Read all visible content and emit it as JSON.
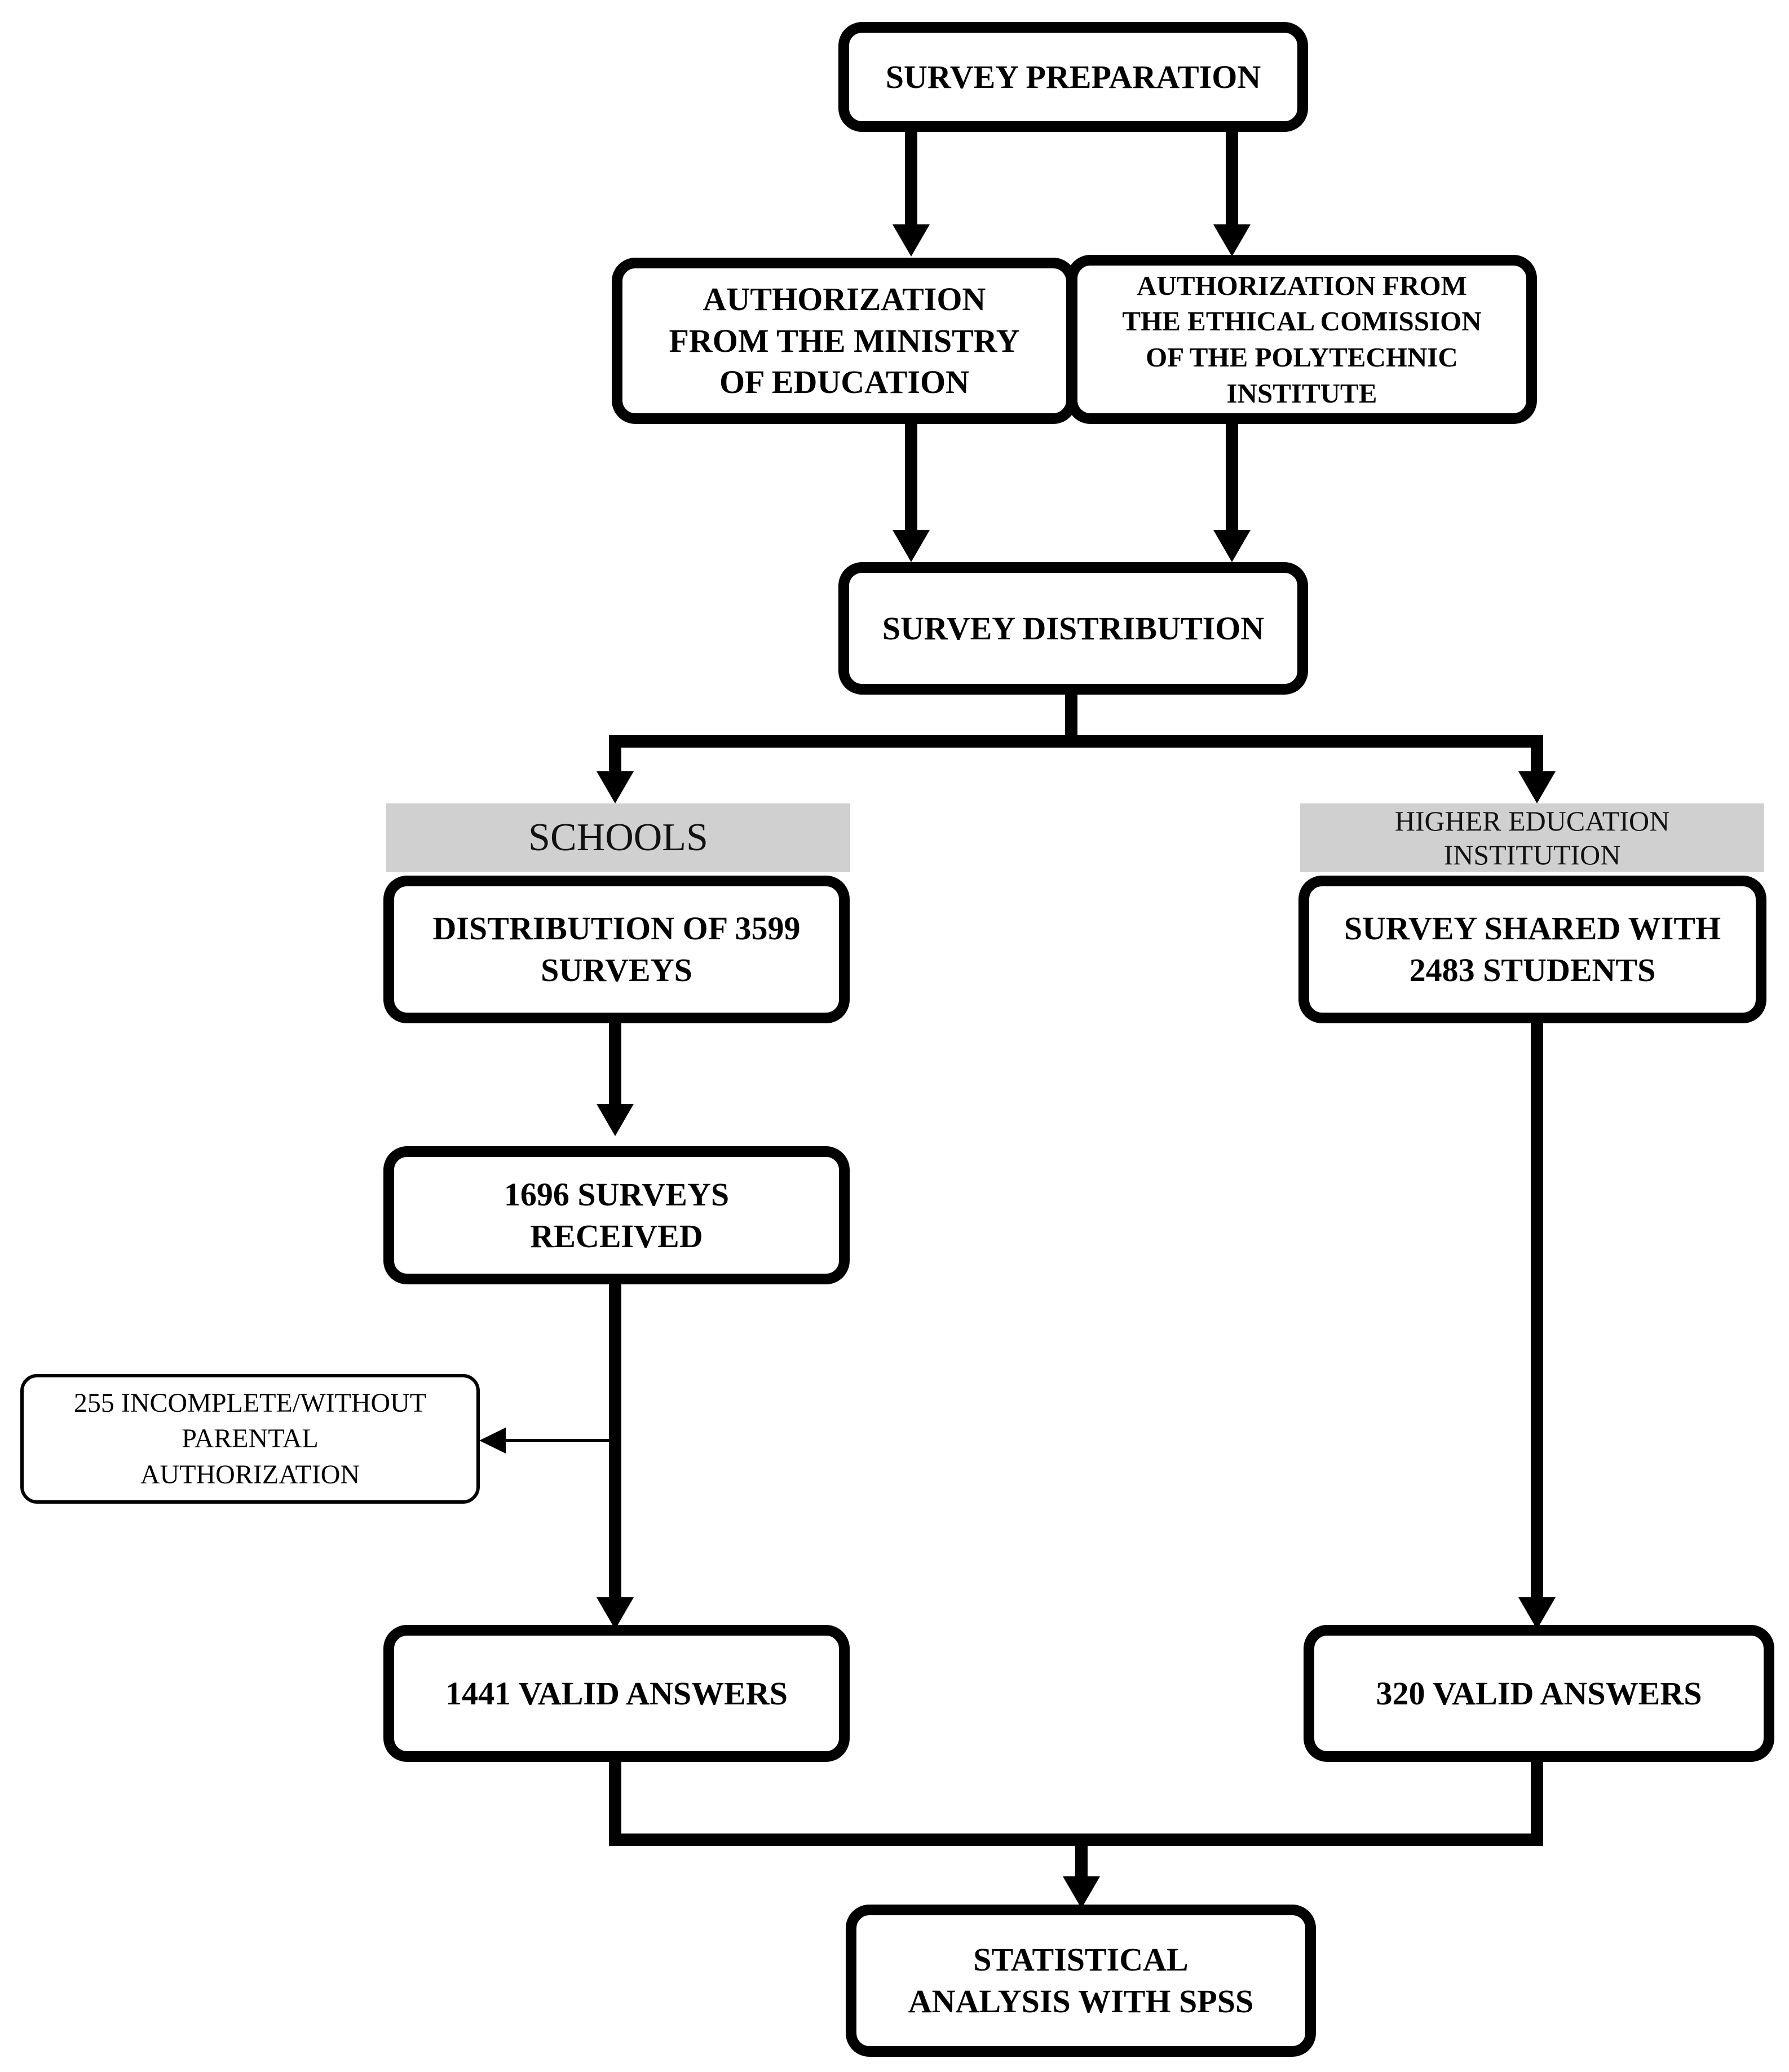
{
  "nodes": {
    "survey_preparation": "SURVEY PREPARATION",
    "auth_ministry": "AUTHORIZATION\nFROM THE MINISTRY\nOF EDUCATION",
    "auth_ethical": "AUTHORIZATION FROM\nTHE ETHICAL COMISSION\nOF THE POLYTECHNIC\nINSTITUTE",
    "survey_distribution": "SURVEY DISTRIBUTION",
    "distribution_3599": "DISTRIBUTION OF 3599\nSURVEYS",
    "surveys_received_1696": "1696 SURVEYS\nRECEIVED",
    "incomplete_255": "255 INCOMPLETE/WITHOUT\nPARENTAL\nAUTHORIZATION",
    "valid_1441": "1441 VALID ANSWERS",
    "shared_2483": "SURVEY SHARED WITH\n2483 STUDENTS",
    "valid_320": "320 VALID ANSWERS",
    "statistical_analysis": "STATISTICAL\nANALYSIS WITH SPSS"
  },
  "sections": {
    "schools": "SCHOOLS",
    "higher_education": "HIGHER EDUCATION\nINSTITUTION"
  },
  "colors": {
    "stroke": "#000000",
    "section_fill": "#d0d0d0",
    "background": "#ffffff"
  }
}
